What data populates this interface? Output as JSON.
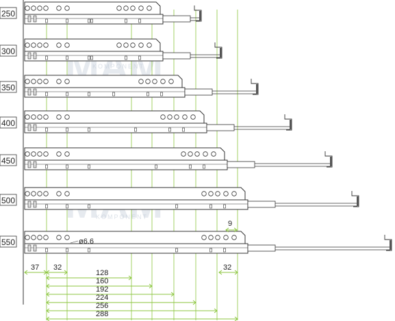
{
  "watermark": {
    "brand": "MAM",
    "sub": "KOMPONENT"
  },
  "runner_lengths": [
    "250",
    "300",
    "350",
    "400",
    "450",
    "500",
    "550"
  ],
  "hole_label": "ø6.6",
  "offset_labels": {
    "left_offset": "37",
    "left_pitch": "32",
    "right_pitch": "32",
    "clearance": "9"
  },
  "spacing_labels": [
    "128",
    "160",
    "192",
    "224",
    "256",
    "288"
  ],
  "colors": {
    "line": "#333333",
    "dimension": "#8cc63f",
    "accent": "#4d4d4d"
  }
}
